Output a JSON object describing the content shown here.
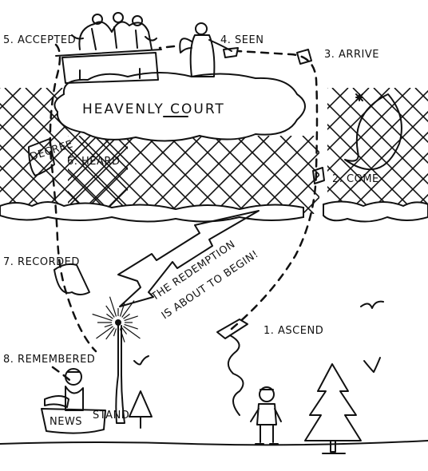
{
  "cloud_title": "HEAVENLY COURT",
  "steps": {
    "ascend": "1. ASCEND",
    "come": "2. COME",
    "arrive": "3. ARRIVE",
    "seen": "4. SEEN",
    "accepted": "5. ACCEPTED",
    "heard": "6. HEARD",
    "recorded": "7. RECORDED",
    "remembered": "8. REMEMBERED"
  },
  "banner": {
    "line1": "THE REDEMPTION",
    "line2": "IS ABOUT TO BEGIN!"
  },
  "decree_label": "DECREE",
  "newsstand": {
    "sign": "NEWS",
    "tag": "STAND"
  }
}
